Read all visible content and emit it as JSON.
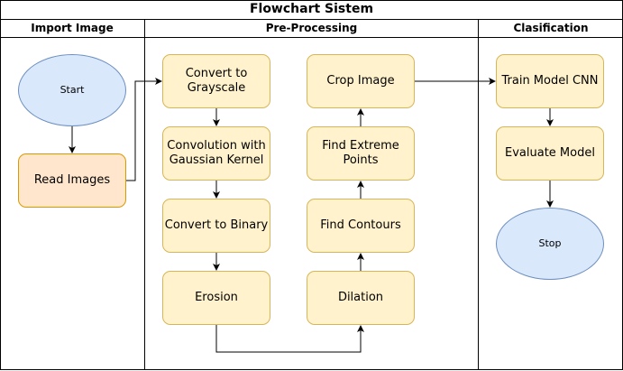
{
  "title": "Flowchart Sistem",
  "lanes": [
    {
      "label": "Import Image"
    },
    {
      "label": "Pre-Processing"
    },
    {
      "label": "Clasification"
    }
  ],
  "nodes": {
    "start": "Start",
    "read_images": "Read Images",
    "grayscale": "Convert to Grayscale",
    "convolution": "Convolution with Gaussian Kernel",
    "binary": "Convert to Binary",
    "erosion": "Erosion",
    "dilation": "Dilation",
    "contours": "Find Contours",
    "extreme": "Find Extreme Points",
    "crop": "Crop Image",
    "train": "Train Model CNN",
    "evaluate": "Evaluate Model",
    "stop": "Stop"
  },
  "colors": {
    "process_fill": "#fff2cc",
    "process_stroke": "#d6b656",
    "input_fill": "#ffe6cc",
    "input_stroke": "#d79b00",
    "terminal_fill": "#dae8fc",
    "terminal_stroke": "#6c8ebf"
  }
}
